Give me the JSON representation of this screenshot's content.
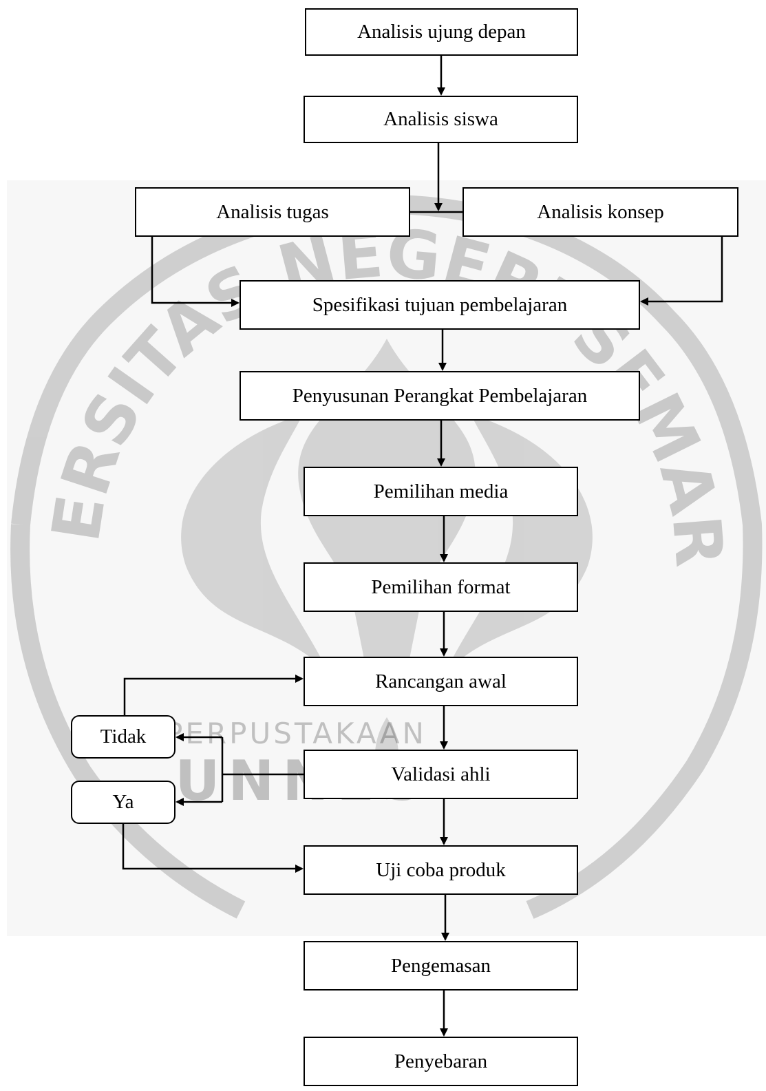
{
  "diagram": {
    "nodes": [
      {
        "id": "b-depan",
        "label": "Analisis ujung depan"
      },
      {
        "id": "b-siswa",
        "label": "Analisis siswa"
      },
      {
        "id": "b-tugas",
        "label": "Analisis tugas"
      },
      {
        "id": "b-konsep",
        "label": "Analisis konsep"
      },
      {
        "id": "b-spes",
        "label": "Spesifikasi tujuan pembelajaran"
      },
      {
        "id": "b-susun",
        "label": "Penyusunan Perangkat Pembelajaran"
      },
      {
        "id": "b-media",
        "label": "Pemilihan media"
      },
      {
        "id": "b-format",
        "label": "Pemilihan format"
      },
      {
        "id": "b-awal",
        "label": "Rancangan awal"
      },
      {
        "id": "b-validasi",
        "label": "Validasi ahli"
      },
      {
        "id": "b-tidak",
        "label": "Tidak"
      },
      {
        "id": "b-ya",
        "label": "Ya"
      },
      {
        "id": "b-uji",
        "label": "Uji coba produk"
      },
      {
        "id": "b-kemas",
        "label": "Pengemasan"
      },
      {
        "id": "b-sebar",
        "label": "Penyebaran"
      }
    ],
    "edges": [
      {
        "from": "b-depan",
        "to": "b-siswa"
      },
      {
        "from": "b-siswa",
        "to": "b-tugas"
      },
      {
        "from": "b-siswa",
        "to": "b-konsep"
      },
      {
        "from": "b-tugas",
        "to": "b-spes"
      },
      {
        "from": "b-konsep",
        "to": "b-spes"
      },
      {
        "from": "b-spes",
        "to": "b-susun"
      },
      {
        "from": "b-susun",
        "to": "b-media"
      },
      {
        "from": "b-media",
        "to": "b-format"
      },
      {
        "from": "b-format",
        "to": "b-awal"
      },
      {
        "from": "b-awal",
        "to": "b-validasi"
      },
      {
        "from": "b-validasi",
        "to": "b-tidak"
      },
      {
        "from": "b-validasi",
        "to": "b-ya"
      },
      {
        "from": "b-tidak",
        "to": "b-awal"
      },
      {
        "from": "b-ya",
        "to": "b-uji"
      },
      {
        "from": "b-uji",
        "to": "b-kemas"
      },
      {
        "from": "b-kemas",
        "to": "b-sebar"
      }
    ]
  },
  "watermark": {
    "ring_text": "UNIVERSITAS NEGERI SEMARANG",
    "line1": "PERPUSTAKAAN",
    "line2": "UNNES"
  }
}
